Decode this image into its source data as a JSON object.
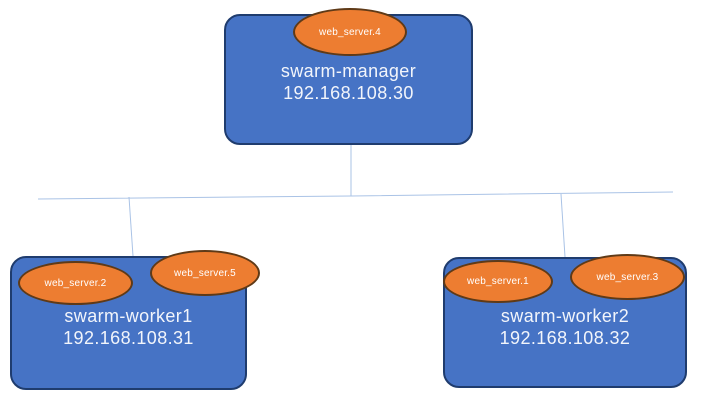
{
  "diagram": {
    "type": "cluster-topology",
    "colors": {
      "node_fill": "#4673c5",
      "node_border": "#1f3c6e",
      "node_text": "#f2f5fb",
      "task_fill": "#ed7d31",
      "task_border": "#5f3a17",
      "task_text": "#ffffff",
      "connector": "#aac3e6",
      "background": "#ffffff"
    },
    "nodes": [
      {
        "id": "swarm-manager",
        "name": "swarm-manager",
        "ip": "192.168.108.30",
        "tasks": [
          {
            "label": "web_server.4"
          }
        ]
      },
      {
        "id": "swarm-worker1",
        "name": "swarm-worker1",
        "ip": "192.168.108.31",
        "tasks": [
          {
            "label": "web_server.2"
          },
          {
            "label": "web_server.5"
          }
        ]
      },
      {
        "id": "swarm-worker2",
        "name": "swarm-worker2",
        "ip": "192.168.108.32",
        "tasks": [
          {
            "label": "web_server.1"
          },
          {
            "label": "web_server.3"
          }
        ]
      }
    ]
  }
}
